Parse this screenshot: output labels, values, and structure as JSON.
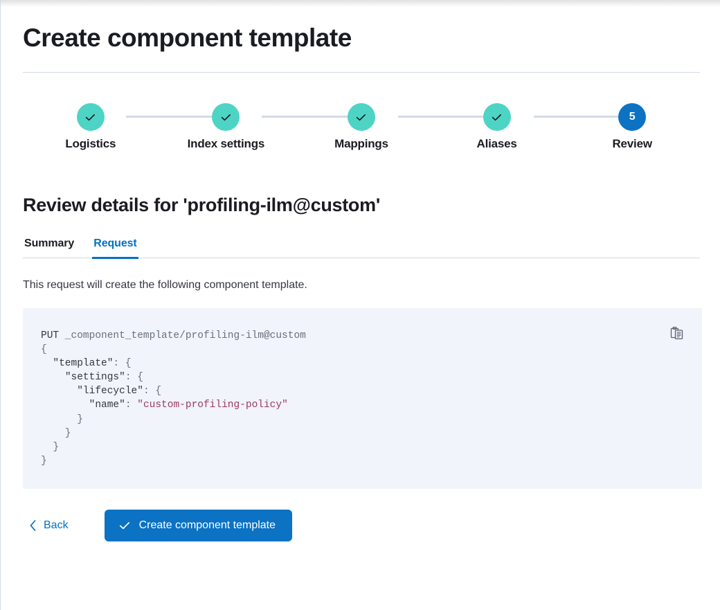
{
  "header": {
    "title": "Create component template"
  },
  "stepper": {
    "steps": [
      {
        "label": "Logistics",
        "state": "done",
        "indicator": "check-icon"
      },
      {
        "label": "Index settings",
        "state": "done",
        "indicator": "check-icon"
      },
      {
        "label": "Mappings",
        "state": "done",
        "indicator": "check-icon"
      },
      {
        "label": "Aliases",
        "state": "done",
        "indicator": "check-icon"
      },
      {
        "label": "Review",
        "state": "current",
        "indicator": "5"
      }
    ]
  },
  "review": {
    "heading": "Review details for 'profiling-ilm@custom'",
    "tabs": [
      {
        "label": "Summary",
        "active": false
      },
      {
        "label": "Request",
        "active": true
      }
    ],
    "description": "This request will create the following component template.",
    "code": {
      "method": "PUT",
      "path": "_component_template/profiling-ilm@custom",
      "lines": [
        "PUT _component_template/profiling-ilm@custom",
        "{",
        "  \"template\": {",
        "    \"settings\": {",
        "      \"lifecycle\": {",
        "        \"name\": \"custom-profiling-policy\"",
        "      }",
        "    }",
        "  }",
        "}"
      ],
      "string_value": "custom-profiling-policy",
      "copy_icon": "copy-clipboard-icon"
    }
  },
  "footer": {
    "back_label": "Back",
    "back_icon": "chevron-left-icon",
    "create_label": "Create component template",
    "create_icon": "check-icon"
  },
  "colors": {
    "accent_blue": "#0b72c4",
    "link_blue": "#0071c2",
    "step_done_teal": "#4dd4c4",
    "divider": "#d3dae6",
    "code_bg": "#f1f4fa",
    "code_string": "#9b3a62",
    "text_dark": "#1a1c21"
  }
}
